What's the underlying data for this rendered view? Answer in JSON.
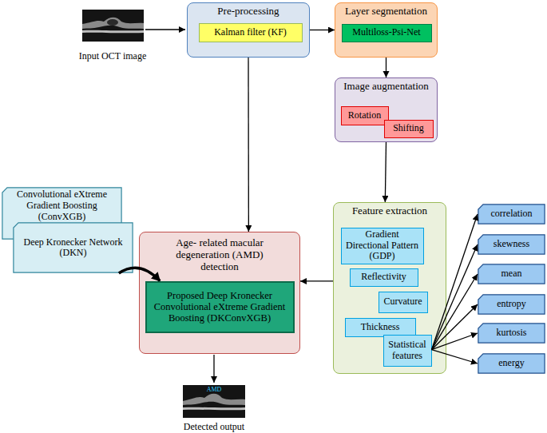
{
  "diagram": {
    "nodes": [
      {
        "text": [
          "Pre-processing"
        ]
      },
      {
        "text": [
          "Kalman filter (KF)"
        ],
        "in": 0
      },
      {
        "text": [
          "Layer segmentation"
        ]
      },
      {
        "text": [
          "Multiloss-Psi-Net"
        ],
        "in": 2
      },
      {
        "text": [
          "Image augmentation"
        ]
      },
      {
        "text": [
          "Rotation"
        ],
        "in": 4
      },
      {
        "text": [
          "Shifting"
        ],
        "in": 4
      },
      {
        "text": [
          "Convolutional eXtreme Gradient Boosting (ConvXGB)"
        ]
      },
      {
        "text": [
          "Deep Kronecker Network (DKN)"
        ]
      },
      {
        "text": [
          "Age- related macular degeneration (AMD) detection"
        ]
      },
      {
        "text": [
          "Proposed Deep Kronecker Convolutional eXtreme Gradient Boosting (DKConvXGB)"
        ],
        "in": 9
      },
      {
        "text": [
          "Feature extraction"
        ]
      },
      {
        "text": [
          "Gradient Directional Pattern (GDP)"
        ],
        "in": 11
      },
      {
        "text": [
          "Reflectivity"
        ],
        "in": 11
      },
      {
        "text": [
          "Curvature"
        ],
        "in": 11
      },
      {
        "text": [
          "Thickness"
        ],
        "in": 11
      },
      {
        "text": [
          "Statistical features"
        ],
        "in": 11
      },
      {
        "text": [
          "correlation"
        ]
      },
      {
        "text": [
          "skewness"
        ]
      },
      {
        "text": [
          "mean"
        ]
      },
      {
        "text": [
          "entropy"
        ]
      },
      {
        "text": [
          "kurtosis"
        ]
      },
      {
        "text": [
          "energy"
        ]
      }
    ],
    "edges": [
      {
        "from": 0,
        "to": 2,
        "arrow": "to"
      },
      {
        "from": 0,
        "to": 9,
        "arrow": "to"
      },
      {
        "from": 2,
        "to": 4,
        "arrow": "to"
      },
      {
        "from": 4,
        "to": 11,
        "arrow": "to"
      },
      {
        "from": 11,
        "to": 9,
        "arrow": "to"
      },
      {
        "from": 16,
        "to": 17,
        "arrow": "to"
      },
      {
        "from": 16,
        "to": 18,
        "arrow": "to"
      },
      {
        "from": 16,
        "to": 19,
        "arrow": "to"
      },
      {
        "from": 16,
        "to": 20,
        "arrow": "to"
      },
      {
        "from": 16,
        "to": 21,
        "arrow": "to"
      },
      {
        "from": 16,
        "to": 22,
        "arrow": "to"
      },
      {
        "from": 8,
        "to": 10,
        "arrow": "to"
      }
    ],
    "labels": [
      "Input OCT image",
      "AMD",
      "Detected output"
    ]
  }
}
